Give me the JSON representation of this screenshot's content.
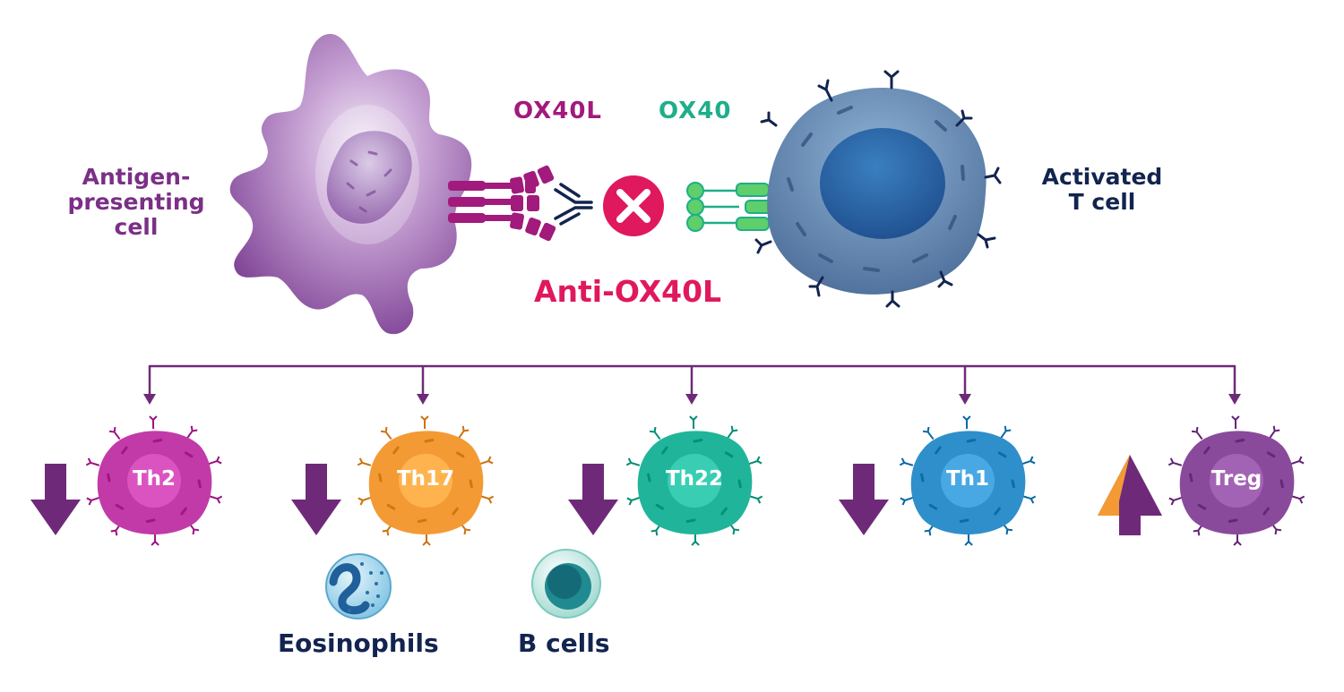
{
  "labels": {
    "apc_line1": "Antigen-",
    "apc_line2": "presenting",
    "apc_line3": "cell",
    "tcell_line1": "Activated",
    "tcell_line2": "T cell",
    "ox40l": "OX40L",
    "ox40": "OX40",
    "anti_ox40l": "Anti-OX40L",
    "eosinophils": "Eosinophils",
    "b_cells": "B cells"
  },
  "subsets": [
    {
      "name": "Th2",
      "direction": "down",
      "color": "#c23aa8"
    },
    {
      "name": "Th17",
      "direction": "down",
      "color": "#f39a35"
    },
    {
      "name": "Th22",
      "direction": "down",
      "color": "#20b59a"
    },
    {
      "name": "Th1",
      "direction": "down",
      "color": "#2f8fcb"
    },
    {
      "name": "Treg",
      "direction": "up",
      "color": "#8a4a9c"
    }
  ],
  "colors": {
    "apc": "#9a5bb0",
    "tcell": "#5b7ea8",
    "arrow": "#6e2a78",
    "ox40l": "#a11a7c",
    "ox40": "#4cc36a",
    "block": "#e0185e",
    "antibody": "#12244f"
  },
  "icons": [
    "block-x-icon",
    "down-arrow-icon",
    "up-arrow-icon"
  ]
}
